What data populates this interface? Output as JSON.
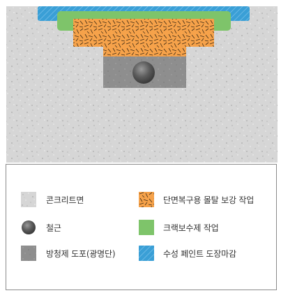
{
  "colors": {
    "concrete": "#d6d6d6",
    "rebar": "#5c5c5c",
    "rust_coating": "#8e8e8e",
    "repair_mortar": "#f6a24a",
    "crack_filler": "#7ec46a",
    "waterproof_paint": "#3a9fd6",
    "legend_border": "#8a8a8a"
  },
  "legend": {
    "items": [
      {
        "label": "콘크리트면",
        "icon": "concrete-swatch"
      },
      {
        "label": "철근",
        "icon": "rebar-swatch"
      },
      {
        "label": "방청제 도포(광명단)",
        "icon": "rust-coating-swatch"
      },
      {
        "label": "단면복구용 몰탈 보강 작업",
        "icon": "repair-mortar-swatch"
      },
      {
        "label": "크랙보수제 작업",
        "icon": "crack-filler-swatch"
      },
      {
        "label": "수성 페인트 도장마감",
        "icon": "waterproof-paint-swatch"
      }
    ]
  }
}
